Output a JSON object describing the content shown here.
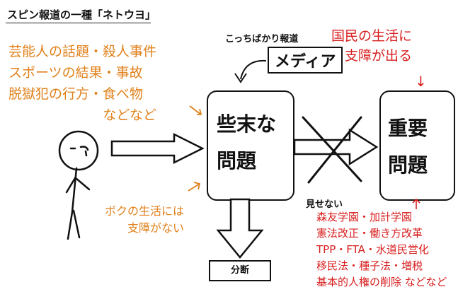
{
  "title": "スピン報道の一種「ネトウヨ」",
  "topics": [
    "芸能人の話題・殺人事件",
    "スポーツの結果・事故",
    "脱獄犯の行方・食べ物",
    "などなど"
  ],
  "boku": [
    "ボクの生活には",
    "支障がない"
  ],
  "kocchibakari": "こっちばかり報道",
  "media": "メディア",
  "kokumin": [
    "国民の生活に",
    "支障が出る"
  ],
  "red_arrow": "↓",
  "left_box": [
    "些末な",
    "問題"
  ],
  "right_box": [
    "重要",
    "問題"
  ],
  "misenai": "見せない",
  "hidden_topics": [
    "森友学園・加計学園",
    "憲法改正・働き方改革",
    "TPP・FTA・水道民営化",
    "移民法・種子法・増税",
    "基本的人権の削除 などなど"
  ],
  "bunseki": "分断",
  "colors": {
    "orange": "#e0801a",
    "red": "#d81e1e",
    "ink": "#111111"
  }
}
